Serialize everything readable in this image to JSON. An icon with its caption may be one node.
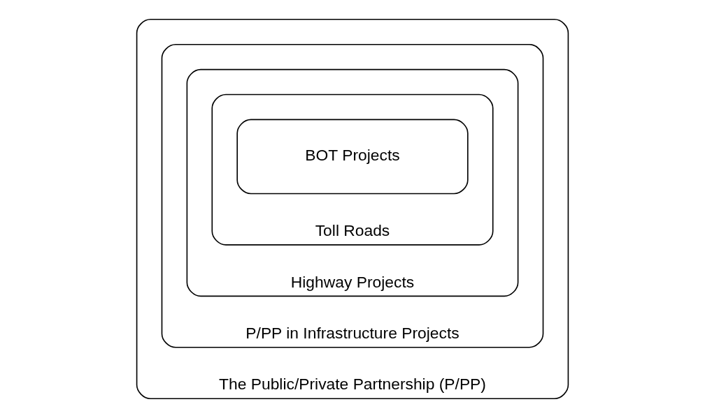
{
  "diagram": {
    "nodes": [
      {
        "text": [
          "The Public/Private Partnership (P/PP)"
        ]
      },
      {
        "text": [
          "P/PP in Infrastructure Projects"
        ],
        "in": 0
      },
      {
        "text": [
          "Highway Projects"
        ],
        "in": 1
      },
      {
        "text": [
          "Toll Roads"
        ],
        "in": 2
      },
      {
        "text": [
          "BOT Projects"
        ],
        "in": 3
      }
    ]
  }
}
